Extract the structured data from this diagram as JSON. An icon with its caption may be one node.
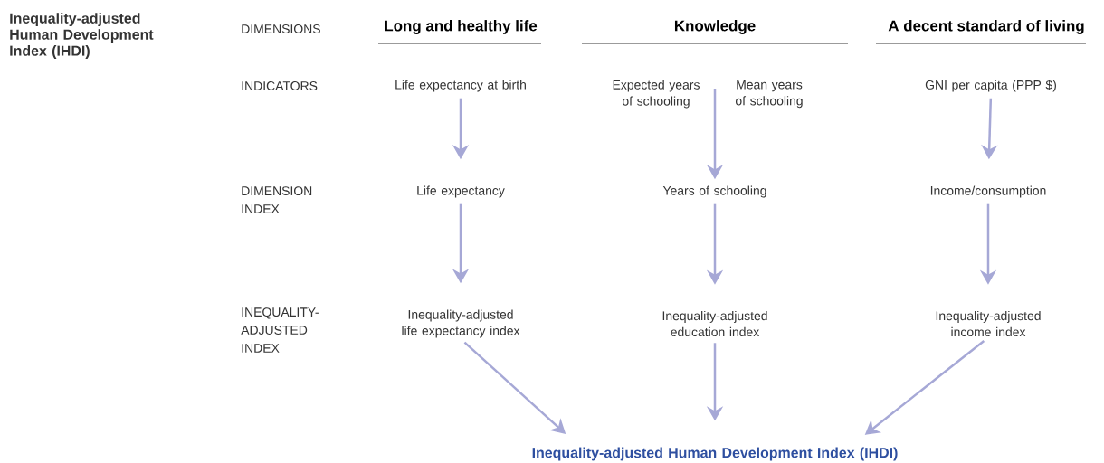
{
  "diagram": {
    "title": "Inequality-adjusted Human Development Index (IHDI)",
    "nodes": [
      {
        "text": [
          "Life expectancy at birth"
        ]
      },
      {
        "text": [
          "Expected years of schooling"
        ]
      },
      {
        "text": [
          "Mean years of schooling"
        ]
      },
      {
        "text": [
          "GNI per capita (PPP $)"
        ]
      },
      {
        "text": [
          "Life expectancy"
        ]
      },
      {
        "text": [
          "Years of schooling"
        ]
      },
      {
        "text": [
          "Income/consumption"
        ]
      },
      {
        "text": [
          "Inequality-adjusted life expectancy index"
        ]
      },
      {
        "text": [
          "Inequality-adjusted education index"
        ]
      },
      {
        "text": [
          "Inequality-adjusted income index"
        ]
      },
      {
        "text": [
          "Inequality-adjusted Human Development Index (IHDI)"
        ]
      }
    ],
    "edges": [
      {
        "from": 0,
        "to": 4,
        "arrow": "to"
      },
      {
        "from": 1,
        "to": 5,
        "arrow": "to"
      },
      {
        "from": 2,
        "to": 5,
        "arrow": "to"
      },
      {
        "from": 3,
        "to": 6,
        "arrow": "to"
      },
      {
        "from": 4,
        "to": 7,
        "arrow": "to"
      },
      {
        "from": 5,
        "to": 8,
        "arrow": "to"
      },
      {
        "from": 6,
        "to": 9,
        "arrow": "to"
      },
      {
        "from": 7,
        "to": 10,
        "arrow": "to"
      },
      {
        "from": 8,
        "to": 10,
        "arrow": "to"
      },
      {
        "from": 9,
        "to": 10,
        "arrow": "to"
      }
    ],
    "labels": [
      "DIMENSIONS",
      "Long and healthy life",
      "Knowledge",
      "A decent standard of living",
      "INDICATORS",
      "DIMENSION INDEX",
      "INEQUALITY-ADJUSTED INDEX"
    ]
  }
}
